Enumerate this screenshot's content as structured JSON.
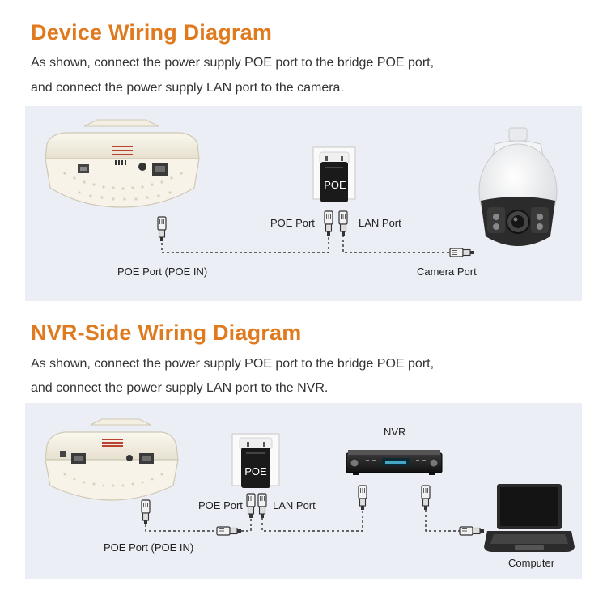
{
  "device_section": {
    "title": "Device Wiring Diagram",
    "desc_line1": "As shown, connect the power supply POE port to the bridge POE port,",
    "desc_line2": "and connect the power supply LAN port to the camera.",
    "labels": {
      "poe_port": "POE Port",
      "lan_port": "LAN Port",
      "bridge_port": "POE Port (POE IN)",
      "camera_port": "Camera Port",
      "adapter_text": "POE"
    }
  },
  "nvr_section": {
    "title": "NVR-Side Wiring Diagram",
    "desc_line1": "As shown, connect the power supply POE port to the bridge POE port,",
    "desc_line2": "and connect the power supply LAN port to the NVR.",
    "labels": {
      "poe_port": "POE Port",
      "lan_port": "LAN Port",
      "bridge_port": "POE Port (POE IN)",
      "nvr": "NVR",
      "computer": "Computer",
      "adapter_text": "POE"
    }
  },
  "colors": {
    "accent": "#e07a1f",
    "panel_bg": "#eceef5",
    "cable": "#333333"
  }
}
